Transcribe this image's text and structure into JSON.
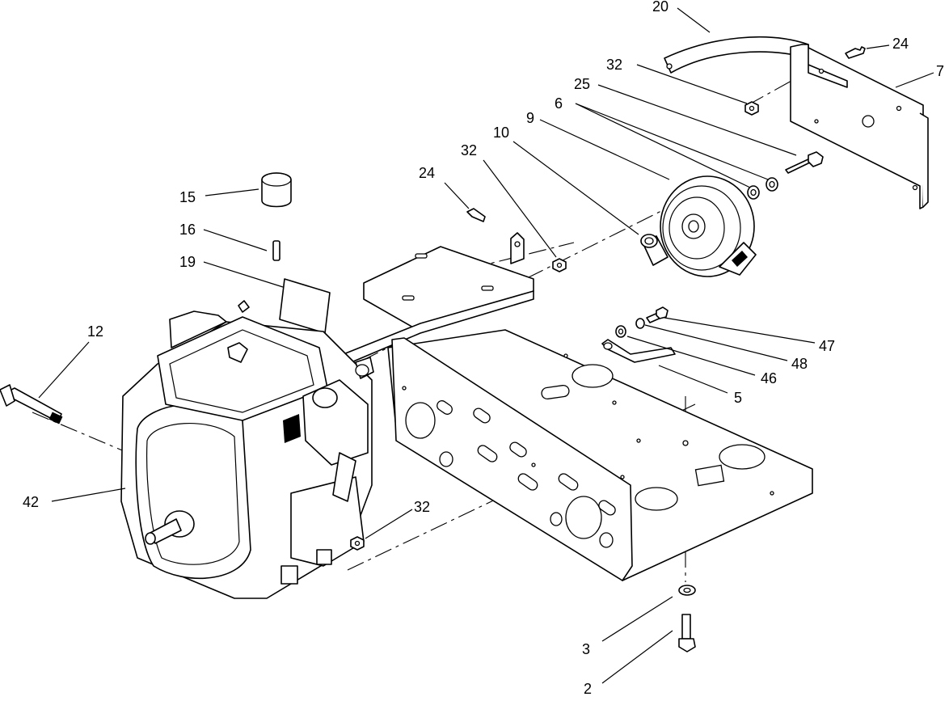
{
  "callouts": {
    "c20": "20",
    "c24a": "24",
    "c7": "7",
    "c32a": "32",
    "c25": "25",
    "c6": "6",
    "c9": "9",
    "c10": "10",
    "c32b": "32",
    "c24b": "24",
    "c15": "15",
    "c16": "16",
    "c19": "19",
    "c12": "12",
    "c47": "47",
    "c48": "48",
    "c46": "46",
    "c5": "5",
    "c42": "42",
    "c32c": "32",
    "c3": "3",
    "c2": "2"
  }
}
